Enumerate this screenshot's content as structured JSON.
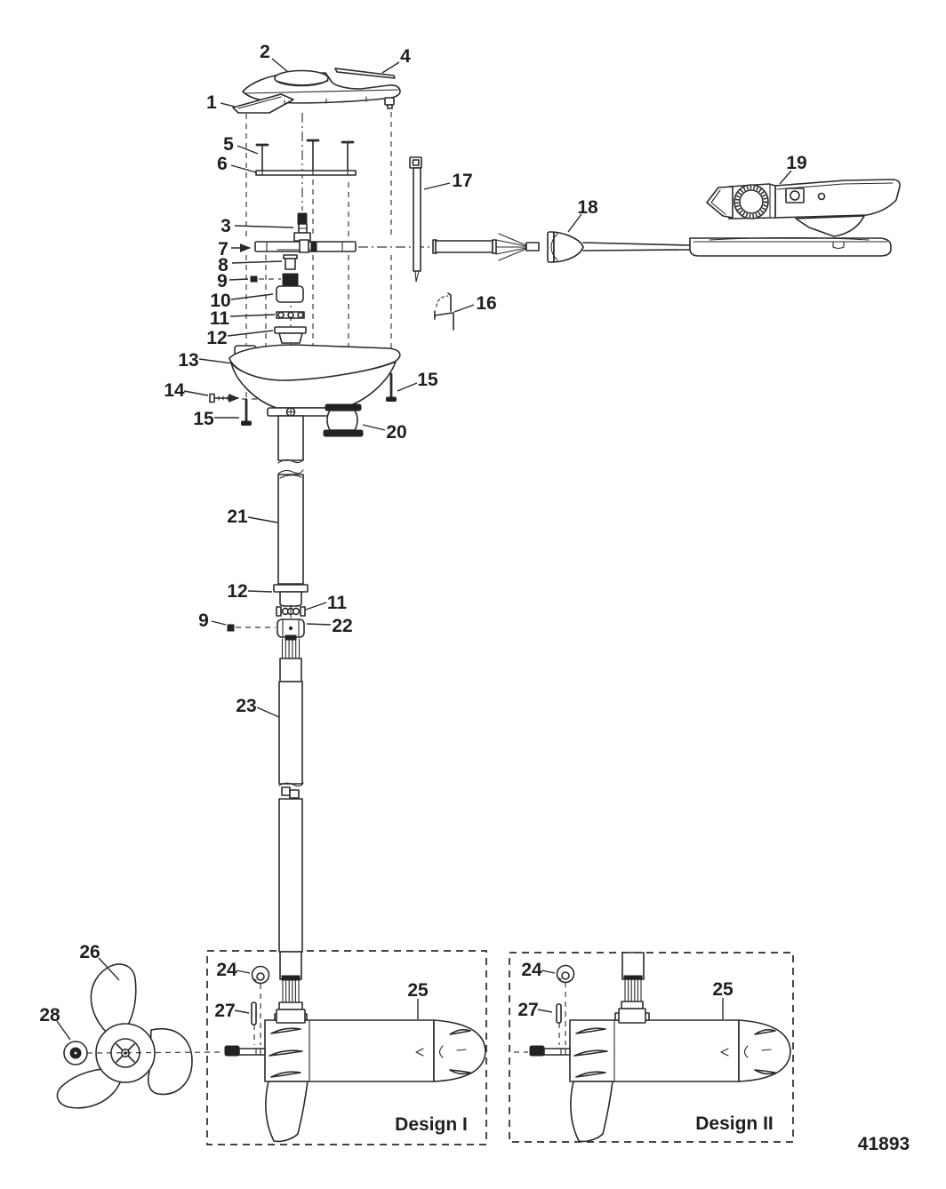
{
  "diagram": {
    "drawing_number": "41893",
    "design_boxes": [
      {
        "label": "Design I"
      },
      {
        "label": "Design II"
      }
    ],
    "line_color": "#2a2a2a",
    "background_color": "#ffffff",
    "callouts": [
      {
        "label": "2",
        "t": [
          298,
          57
        ],
        "l": [
          306,
          66,
          324,
          81
        ]
      },
      {
        "label": "4",
        "t": [
          456,
          62
        ],
        "l": [
          449,
          70,
          430,
          82
        ]
      },
      {
        "label": "1",
        "t": [
          238,
          114
        ],
        "l": [
          248,
          116,
          264,
          120
        ]
      },
      {
        "label": "5",
        "t": [
          257,
          161
        ],
        "l": [
          267,
          164,
          290,
          173
        ]
      },
      {
        "label": "6",
        "t": [
          250,
          183
        ],
        "l": [
          260,
          186,
          288,
          194
        ]
      },
      {
        "label": "17",
        "t": [
          520,
          202
        ],
        "l": [
          506,
          206,
          477,
          213
        ]
      },
      {
        "label": "19",
        "t": [
          896,
          182
        ],
        "l": [
          890,
          192,
          877,
          207
        ]
      },
      {
        "label": "3",
        "t": [
          254,
          253
        ],
        "l": [
          264,
          254,
          330,
          256
        ]
      },
      {
        "label": "18",
        "t": [
          661,
          232
        ],
        "l": [
          654,
          241,
          639,
          261
        ]
      },
      {
        "label": "7",
        "t": [
          251,
          279
        ],
        "l": [
          260,
          279,
          281,
          279
        ],
        "arrow": true
      },
      {
        "label": "8",
        "t": [
          251,
          297
        ],
        "l": [
          261,
          296,
          317,
          294
        ]
      },
      {
        "label": "9",
        "t": [
          250,
          315
        ],
        "l": [
          258,
          315,
          279,
          314
        ]
      },
      {
        "label": "10",
        "t": [
          248,
          337
        ],
        "l": [
          260,
          337,
          307,
          331
        ]
      },
      {
        "label": "11",
        "t": [
          247,
          357
        ],
        "l": [
          259,
          356,
          309,
          354
        ]
      },
      {
        "label": "12",
        "t": [
          244,
          379
        ],
        "l": [
          256,
          378,
          307,
          372
        ]
      },
      {
        "label": "16",
        "t": [
          547,
          340
        ],
        "l": [
          533,
          343,
          511,
          351
        ]
      },
      {
        "label": "13",
        "t": [
          212,
          404
        ],
        "l": [
          224,
          404,
          262,
          409
        ]
      },
      {
        "label": "15",
        "t": [
          481,
          426
        ],
        "l": [
          469,
          431,
          447,
          440
        ]
      },
      {
        "label": "14",
        "t": [
          196,
          438
        ],
        "l": [
          207,
          440,
          234,
          445
        ]
      },
      {
        "label": "15",
        "t": [
          229,
          470
        ],
        "l": [
          241,
          470,
          269,
          470
        ]
      },
      {
        "label": "20",
        "t": [
          446,
          485
        ],
        "l": [
          433,
          484,
          408,
          478
        ]
      },
      {
        "label": "21",
        "t": [
          267,
          580
        ],
        "l": [
          279,
          582,
          312,
          588
        ]
      },
      {
        "label": "12",
        "t": [
          267,
          664
        ],
        "l": [
          279,
          665,
          306,
          666
        ]
      },
      {
        "label": "11",
        "t": [
          379,
          677
        ],
        "l": [
          367,
          678,
          344,
          686
        ]
      },
      {
        "label": "9",
        "t": [
          229,
          697
        ],
        "l": [
          238,
          699,
          254,
          703
        ]
      },
      {
        "label": "22",
        "t": [
          385,
          703
        ],
        "l": [
          372,
          703,
          345,
          702
        ]
      },
      {
        "label": "23",
        "t": [
          277,
          793
        ],
        "l": [
          289,
          796,
          314,
          807
        ]
      },
      {
        "label": "26",
        "t": [
          101,
          1070
        ],
        "l": [
          111,
          1078,
          134,
          1103
        ]
      },
      {
        "label": "24",
        "t": [
          255,
          1090
        ],
        "l": [
          266,
          1092,
          281,
          1095
        ]
      },
      {
        "label": "25",
        "t": [
          470,
          1113
        ],
        "l": [
          470,
          1124,
          470,
          1147
        ]
      },
      {
        "label": "27",
        "t": [
          253,
          1136
        ],
        "l": [
          264,
          1137,
          280,
          1140
        ]
      },
      {
        "label": "28",
        "t": [
          56,
          1141
        ],
        "l": [
          64,
          1149,
          79,
          1170
        ]
      },
      {
        "label": "24",
        "t": [
          598,
          1090
        ],
        "l": [
          609,
          1092,
          624,
          1095
        ]
      },
      {
        "label": "25",
        "t": [
          813,
          1112
        ],
        "l": [
          813,
          1123,
          813,
          1147
        ]
      },
      {
        "label": "27",
        "t": [
          594,
          1135
        ],
        "l": [
          605,
          1136,
          621,
          1139
        ]
      }
    ]
  }
}
